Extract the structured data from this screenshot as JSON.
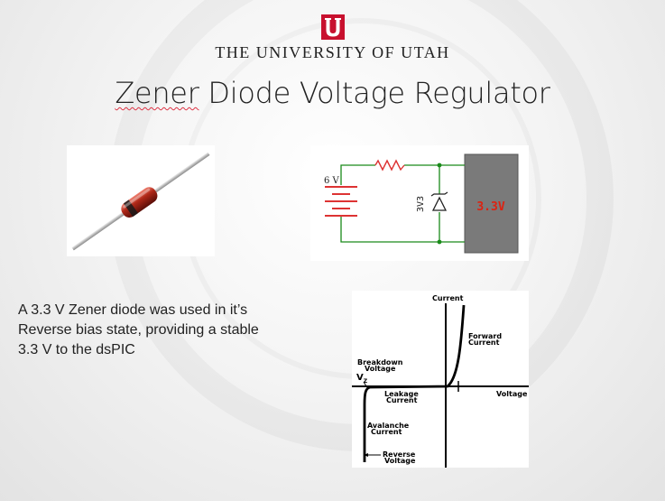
{
  "header": {
    "logo_letter": "U",
    "university": "THE UNIVERSITY OF UTAH"
  },
  "slide": {
    "title_first": "Zener",
    "title_rest": " Diode Voltage Regulator",
    "body_lines": [
      "A 3.3 V Zener diode was used in it’s",
      "Reverse bias state, providing a stable",
      "3.3 V to the dsPIC"
    ]
  },
  "schematic": {
    "source_label": "6 V",
    "zener_label": "3V3",
    "output_label": "3.3V",
    "wire_color": "#1a8a1a",
    "resistor_color": "#d33",
    "box_color": "#7a7a7a"
  },
  "iv_graph": {
    "current_label": "Current",
    "forward_label_1": "Forward",
    "forward_label_2": "Current",
    "voltage_label": "Voltage",
    "breakdown_label_1": "Breakdown",
    "breakdown_label_2": "Voltage",
    "vz_label": "V",
    "vz_sub": "Z",
    "leakage_label_1": "Leakage",
    "leakage_label_2": "Current",
    "avalanche_label_1": "Avalanche",
    "avalanche_label_2": "Current",
    "reverse_label_1": "Reverse",
    "reverse_label_2": "Voltage"
  }
}
